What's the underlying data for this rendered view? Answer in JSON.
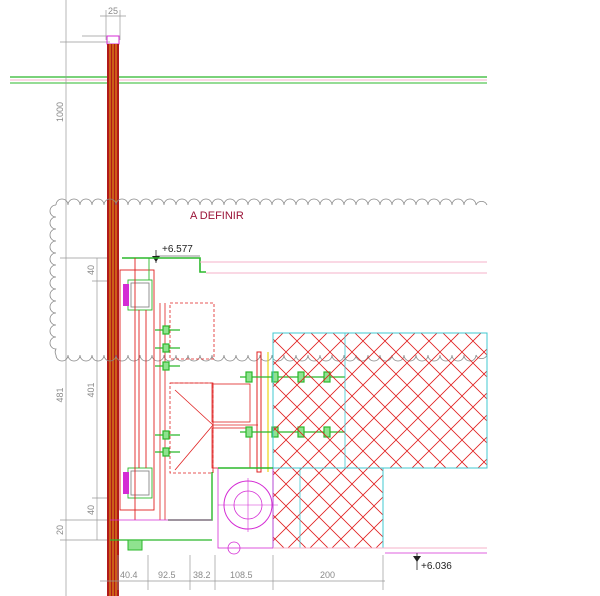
{
  "note": "A DEFINIR",
  "levels": {
    "top": "+6.577",
    "bottom": "+6.036"
  },
  "dimensions": {
    "top": "25",
    "left_top": "1000",
    "left_mid": "481",
    "left_bottom": "20",
    "inner_top": "40",
    "inner_mid": "401",
    "inner_bottom": "40",
    "bottom_1": "40.4",
    "bottom_2": "92.5",
    "bottom_3": "38.2",
    "bottom_4": "108.5",
    "bottom_5": "200"
  },
  "colors": {
    "wall": "#b11a1a",
    "wall_inner": "#e8a417",
    "green": "#2bb82b",
    "light_green": "#8fe28f",
    "magenta": "#d42bd4",
    "pink": "#f5b0c8",
    "cyan": "#40c8d0",
    "red": "#e02020",
    "grey": "#888888",
    "note": "#9a1438"
  }
}
